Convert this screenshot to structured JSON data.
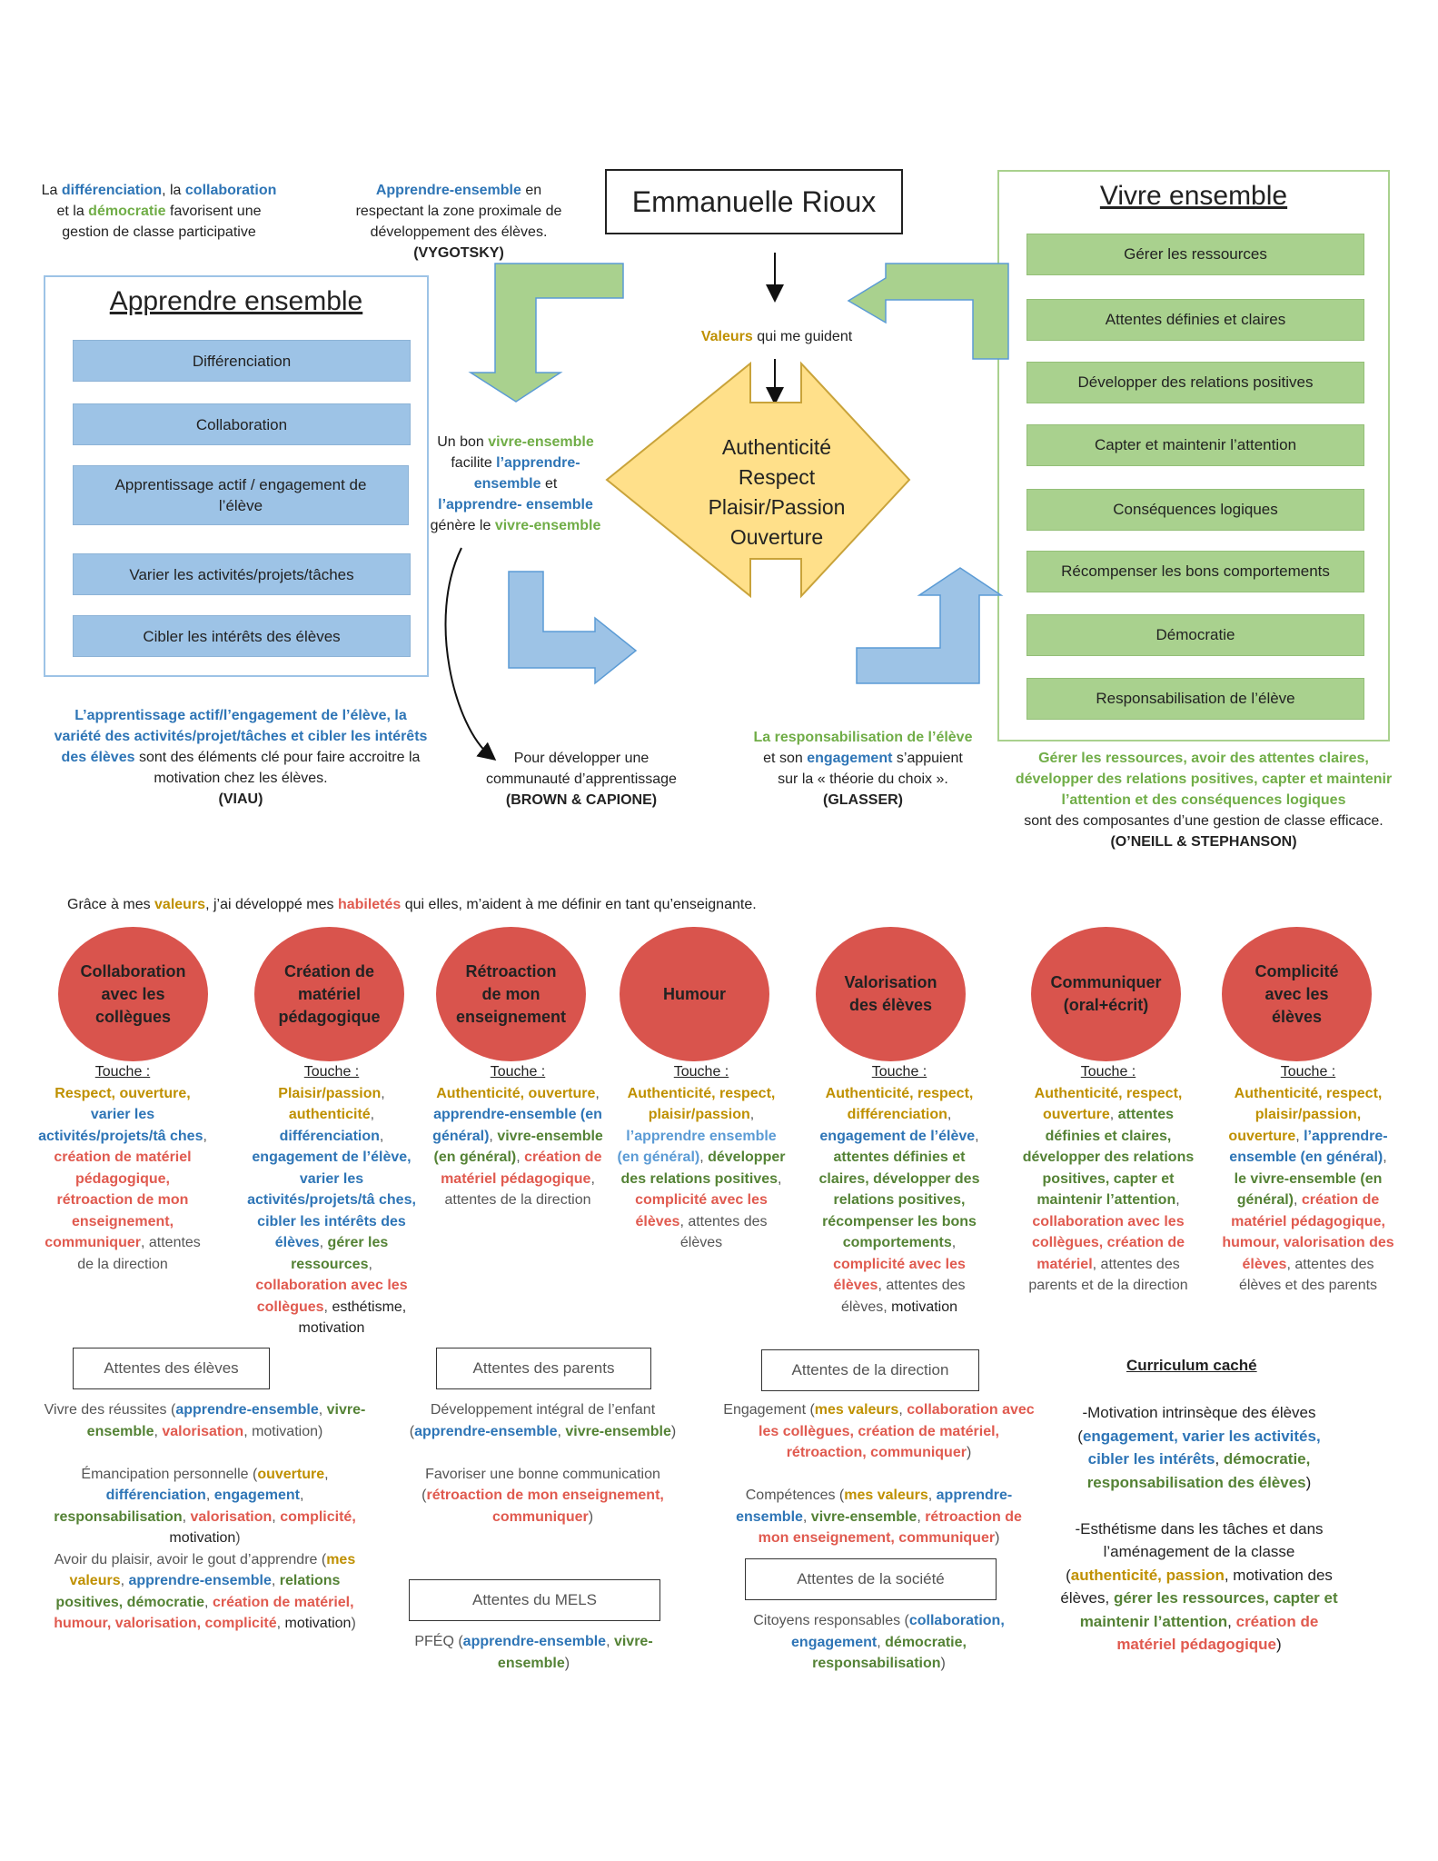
{
  "name": "Emmanuelle Rioux",
  "top_note_left": {
    "t1": "La ",
    "w1": "différenciation",
    "t2": ", la ",
    "w2": "collaboration",
    "t3": "et la ",
    "w3": "démocratie",
    "t4": " favorisent une",
    "t5": "gestion de classe participative"
  },
  "top_note_mid": {
    "w1": "Apprendre-ensemble",
    "t1": " en",
    "t2": "respectant la zone proximale de",
    "t3": "développement des élèves.",
    "ref": "(VYGOTSKY)"
  },
  "apprendre": {
    "title": "Apprendre ensemble",
    "items": [
      "Différenciation",
      "Collaboration",
      "Apprentissage actif / engagement de l’élève",
      "Varier les activités/projets/tâches",
      "Cibler les intérêts des élèves"
    ],
    "note": {
      "w1": "L’apprentissage actif/l’engagement de l’élève, la variété des activités/projet/tâches et cibler les intérêts des élèves",
      "t1": " sont des éléments clé pour faire accroitre la motivation chez les élèves.",
      "ref": "(VIAU)"
    }
  },
  "vivre": {
    "title": "Vivre ensemble",
    "items": [
      "Gérer les ressources",
      "Attentes définies et claires",
      "Développer des relations positives",
      "Capter et maintenir l’attention",
      "Conséquences logiques",
      "Récompenser les bons comportements",
      "Démocratie",
      "Responsabilisation de l’élève"
    ],
    "note": {
      "w1": "Gérer les ressources, avoir des attentes claires, développer des relations positives, capter et maintenir l’attention et des conséquences logiques",
      "t1": "sont des composantes d’une gestion de classe efficace.",
      "ref": "(O’NEILL & STEPHANSON)"
    }
  },
  "valeurs_label": {
    "w1": "Valeurs",
    "t1": " qui me guident"
  },
  "diamond": [
    "Authenticité",
    "Respect",
    "Plaisir/Passion",
    "Ouverture"
  ],
  "mid_note": {
    "t1": "Un bon ",
    "w1": "vivre-ensemble",
    "t2": "facilite ",
    "w2": "l’apprendre-ensemble",
    "t3": " et",
    "w3": "l’apprendre- ensemble",
    "t4": "génère le ",
    "w4": "vivre-ensemble"
  },
  "brown_note": {
    "t1": "Pour développer une",
    "t2": "communauté d’apprentissage",
    "ref": "(BROWN & CAPIONE)"
  },
  "glasser_note": {
    "w1": "La responsabilisation de l’élève",
    "t1": "et son ",
    "w2": "engagement",
    "t2": " s’appuient",
    "t3": "sur la « théorie du choix ».",
    "ref": "(GLASSER)"
  },
  "intro": {
    "t1": "Grâce à mes ",
    "w1": "valeurs",
    "t2": ", j’ai développé mes ",
    "w2": "habiletés",
    "t3": " qui elles, m’aident à me définir en tant qu’enseignante."
  },
  "touche_label": "Touche :",
  "skills": [
    {
      "name": "Collaboration avec les collègues"
    },
    {
      "name": "Création de matériel pédagogique"
    },
    {
      "name": "Rétroaction de mon enseignement"
    },
    {
      "name": "Humour"
    },
    {
      "name": "Valorisation des élèves"
    },
    {
      "name": "Communiquer (oral+écrit)"
    },
    {
      "name": "Complicité avec les élèves"
    }
  ],
  "attentes": {
    "eleves": {
      "title": "Attentes des élèves"
    },
    "parents": {
      "title": "Attentes des parents"
    },
    "direction": {
      "title": "Attentes de la direction"
    },
    "mels": {
      "title": "Attentes du MELS"
    },
    "societe": {
      "title": "Attentes de la société"
    },
    "curriculum": {
      "title": "Curriculum caché"
    }
  },
  "colors": {
    "blue": "#2E75B6",
    "green": "#70AD47",
    "gold": "#BF9000",
    "red": "#E05A4F",
    "circle": "#D9544D",
    "diamond": "#FFE08A",
    "blue_box": "#9DC3E6",
    "green_box": "#A9D18E"
  }
}
